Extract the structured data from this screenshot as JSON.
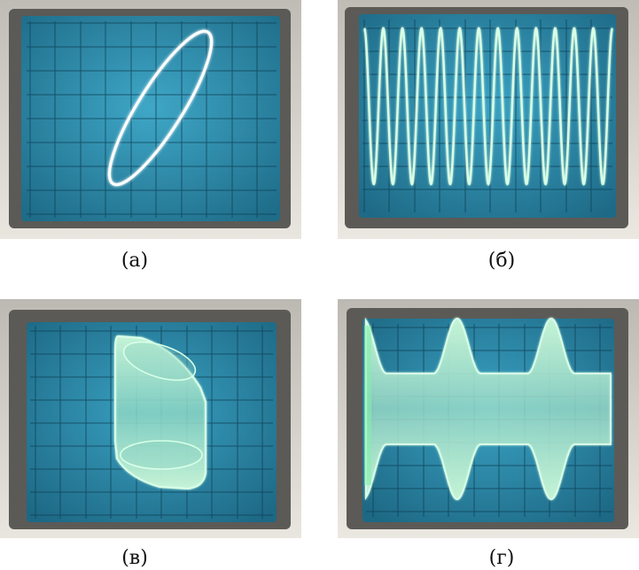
{
  "panels": [
    {
      "id": "a",
      "caption": "(а)",
      "trace": "tilted-ellipse"
    },
    {
      "id": "b",
      "caption": "(б)",
      "trace": "sine-wave"
    },
    {
      "id": "v",
      "caption": "(в)",
      "trace": "filled-lissajous"
    },
    {
      "id": "g",
      "caption": "(г)",
      "trace": "amplitude-modulated-wave"
    }
  ],
  "colors": {
    "bezel_outer": "#c9c6c0",
    "bezel_inner": "#efede8",
    "screen": "#2a8fb0",
    "screen_dark": "#1f6f8c",
    "grid": "#0e3f55",
    "trace_white": "#ffffff",
    "trace_green": "#c9f3d6",
    "trace_green_edge": "#7ff0a8"
  }
}
